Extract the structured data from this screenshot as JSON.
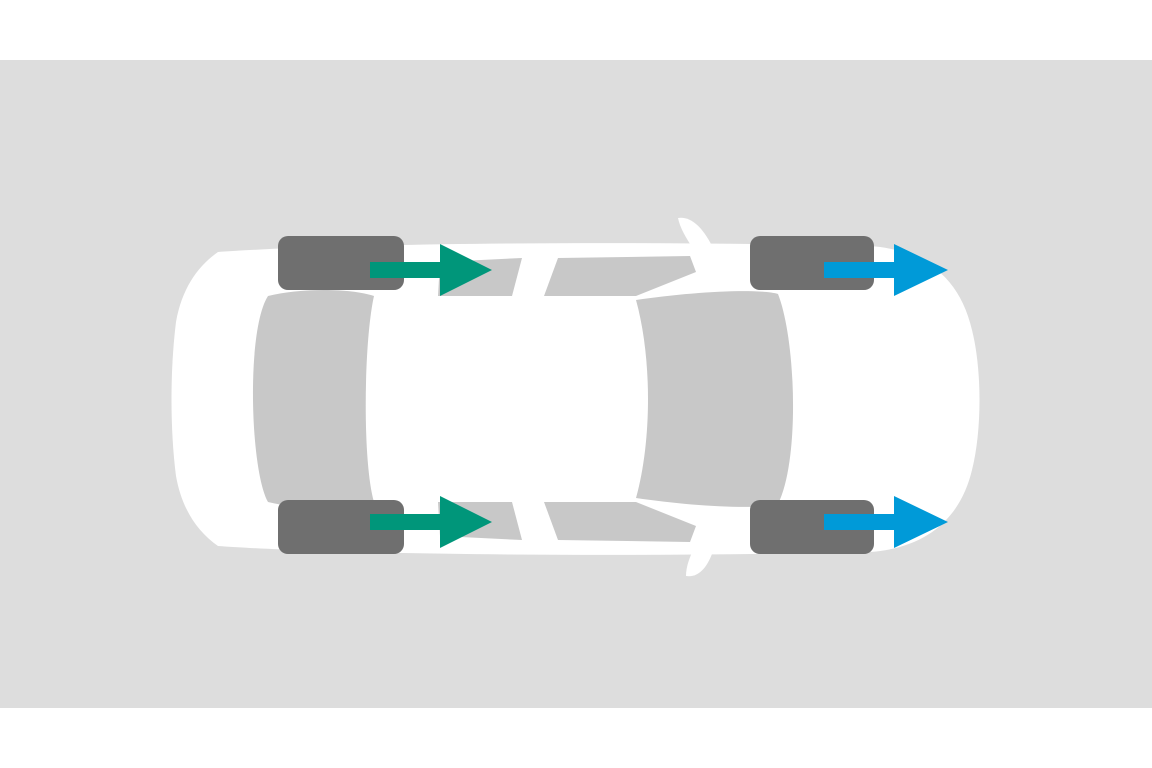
{
  "diagram": {
    "colors": {
      "background": "#ffffff",
      "road": "#dddddd",
      "car_body": "#ffffff",
      "glass": "#c8c8c8",
      "tire": "#6f6f6f",
      "rear_arrow": "#00967a",
      "front_arrow": "#009ad8"
    },
    "wheels": [
      {
        "id": "rear-left",
        "axle": "rear",
        "arrow_color": "#00967a",
        "arrow_direction": "forward"
      },
      {
        "id": "rear-right",
        "axle": "rear",
        "arrow_color": "#00967a",
        "arrow_direction": "forward"
      },
      {
        "id": "front-left",
        "axle": "front",
        "arrow_color": "#009ad8",
        "arrow_direction": "forward"
      },
      {
        "id": "front-right",
        "axle": "front",
        "arrow_color": "#009ad8",
        "arrow_direction": "forward"
      }
    ]
  }
}
